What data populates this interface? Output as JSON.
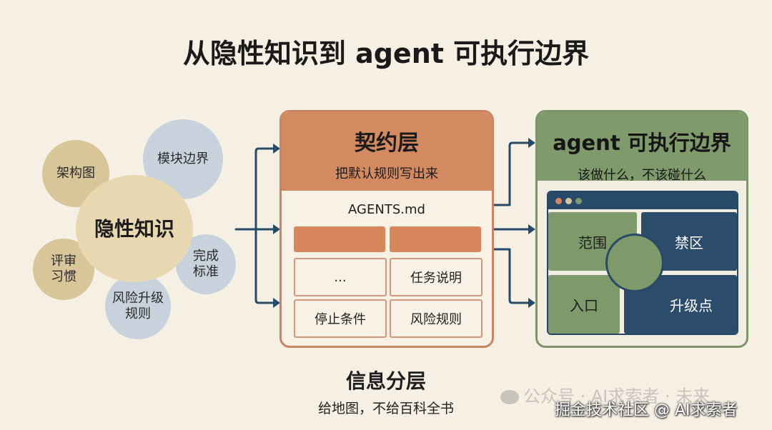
{
  "title": "从隐性知识到 agent 可执行边界",
  "knowledge": {
    "center": "隐性知识",
    "bubbles": {
      "architecture": "架构图",
      "module_boundary": "模块边界",
      "review_habit": "评审\n习惯",
      "done_criteria": "完成\n标准",
      "risk_rules": "风险升级\n规则"
    }
  },
  "contract": {
    "title": "契约层",
    "subtitle": "把默认规则写出来",
    "file": "AGENTS.md",
    "cells": [
      "...",
      "任务说明",
      "停止条件",
      "风险规则"
    ]
  },
  "boundary": {
    "title": "agent 可执行边界",
    "subtitle": "该做什么，不该碰什么",
    "quadrants": {
      "scope": "范围",
      "forbidden": "禁区",
      "entry": "入口",
      "escalation": "升级点"
    }
  },
  "footer": {
    "title": "信息分层",
    "subtitle": "给地图，不给百科全书"
  },
  "watermark": {
    "wechat": "公众号 · AI求索者 · 未来",
    "juejin": "掘金技术社区 @ AI求索者"
  },
  "colors": {
    "background": "#f6efe3",
    "contract_accent": "#d48a60",
    "boundary_green": "#7e9a6b",
    "navy": "#2c4c6b"
  }
}
